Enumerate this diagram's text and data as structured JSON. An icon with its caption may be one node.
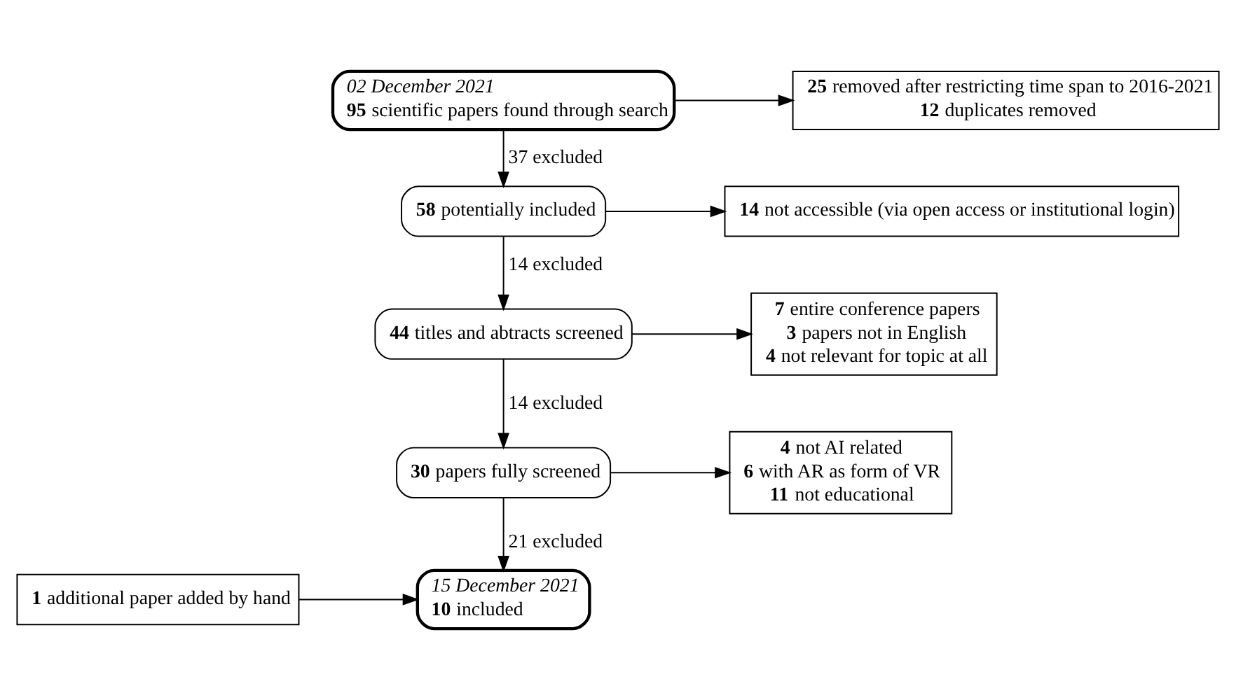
{
  "diagram": {
    "nodes": [
      {
        "text": [
          "02 December 2021",
          "**95** scientific papers found through search"
        ]
      },
      {
        "text": [
          "**25** removed after restricting time span to 2016-2021",
          "**12** duplicates removed"
        ]
      },
      {
        "text": [
          "**58** potentially included"
        ]
      },
      {
        "text": [
          "**14** not accessible (via open access or institutional login)"
        ]
      },
      {
        "text": [
          "**44** titles and abtracts screened"
        ]
      },
      {
        "text": [
          "**7** entire conference papers",
          "**3** papers not in English",
          "**4** not relevant for topic at all"
        ]
      },
      {
        "text": [
          "**30** papers fully screened"
        ]
      },
      {
        "text": [
          "**4** not AI related",
          "**6** with AR as form of VR",
          "**11** not educational"
        ]
      },
      {
        "text": [
          "15 December 2021",
          "**10** included"
        ]
      },
      {
        "text": [
          "**1** additional paper added by hand"
        ]
      }
    ],
    "edges": [
      {
        "from": 0,
        "to": 1,
        "arrow": "to"
      },
      {
        "from": 0,
        "to": 2,
        "arrow": "to",
        "label": "37 excluded"
      },
      {
        "from": 2,
        "to": 3,
        "arrow": "to"
      },
      {
        "from": 2,
        "to": 4,
        "arrow": "to",
        "label": "14 excluded"
      },
      {
        "from": 4,
        "to": 5,
        "arrow": "to"
      },
      {
        "from": 4,
        "to": 6,
        "arrow": "to",
        "label": "14 excluded"
      },
      {
        "from": 6,
        "to": 7,
        "arrow": "to"
      },
      {
        "from": 6,
        "to": 8,
        "arrow": "to",
        "label": "21 excluded"
      },
      {
        "from": 9,
        "to": 8,
        "arrow": "to"
      }
    ]
  }
}
